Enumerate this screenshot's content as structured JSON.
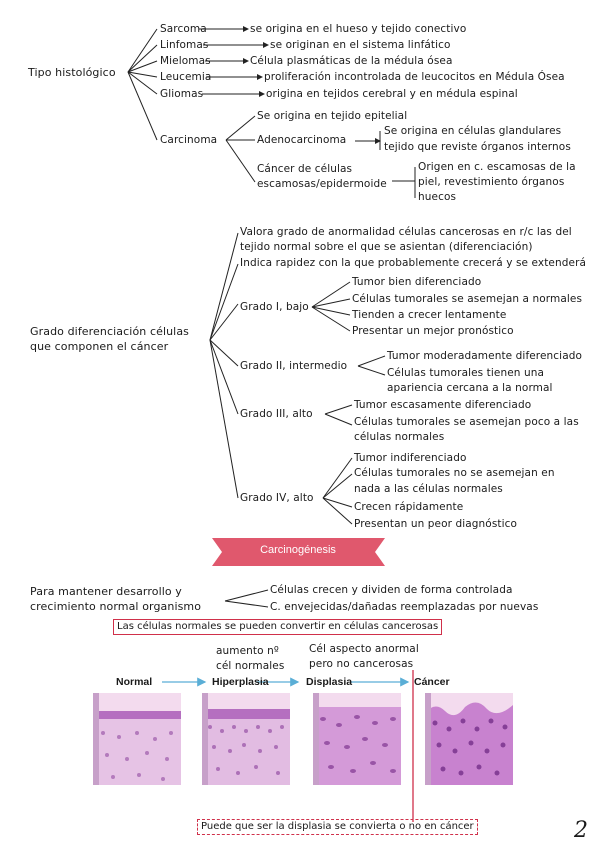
{
  "histologico": {
    "title": "Tipo histológico",
    "items": [
      {
        "label": "Sarcoma",
        "desc": "se origina en el hueso y tejido conectivo"
      },
      {
        "label": "Linfomas",
        "desc": "se originan en el sistema linfático"
      },
      {
        "label": "Mielomas",
        "desc": "Célula plasmáticas de la médula ósea"
      },
      {
        "label": "Leucemia",
        "desc": "proliferación incontrolada de leucocitos en Médula Ósea"
      },
      {
        "label": "Gliomas",
        "desc": "origina en tejidos cerebral y en médula espinal"
      }
    ],
    "carcinoma": {
      "label": "Carcinoma",
      "epitelial": "Se origina en tejido epitelial",
      "adeno": {
        "label": "Adenocarcinoma",
        "desc_line1": "Se origina en células glandulares",
        "desc_line2": "tejido que reviste órganos internos"
      },
      "escamosas": {
        "label_line1": "Cáncer de células",
        "label_line2": "escamosas/epidermoide",
        "desc_line1": "Origen en c. escamosas de la",
        "desc_line2": "piel, revestimiento órganos",
        "desc_line3": "huecos"
      }
    }
  },
  "grado": {
    "title_line1": "Grado diferenciación células",
    "title_line2": "que componen el cáncer",
    "intro_line1": "Valora grado de anormalidad células cancerosas en r/c las del",
    "intro_line2": "tejido normal sobre el que se asientan (diferenciación)",
    "intro_line3": "Indica rapidez con la que probablemente crecerá y se extenderá",
    "g1": {
      "label": "Grado I, bajo",
      "items": [
        "Tumor bien diferenciado",
        "Células tumorales se asemejan a normales",
        "Tienden a crecer lentamente",
        "Presentar un mejor pronóstico"
      ]
    },
    "g2": {
      "label": "Grado II, intermedio",
      "item1": "Tumor moderadamente diferenciado",
      "item2_line1": "Células tumorales tienen una",
      "item2_line2": "apariencia cercana a la normal"
    },
    "g3": {
      "label": "Grado III, alto",
      "item1": "Tumor escasamente diferenciado",
      "item2_line1": "Células tumorales se asemejan poco a las",
      "item2_line2": "células normales"
    },
    "g4": {
      "label": "Grado IV, alto",
      "item1": "Tumor indiferenciado",
      "item2_line1": "Células tumorales no se asemejan en",
      "item2_line2": "nada a las células normales",
      "item3": "Crecen rápidamente",
      "item4": "Presentan un peor diagnóstico"
    }
  },
  "carcinogenesis": {
    "banner": "Carcinogénesis",
    "lead_line1": "Para mantener desarrollo y",
    "lead_line2": "crecimiento normal organismo",
    "point1": "Células crecen y dividen de forma controlada",
    "point2": "C. envejecidas/dañadas reemplazadas por nuevas",
    "highlight": "Las células normales se pueden convertir en células cancerosas",
    "note1_line1": "aumento nº",
    "note1_line2": "cél normales",
    "note2_line1": "Cél aspecto anormal",
    "note2_line2": "pero no cancerosas",
    "stages": [
      "Normal",
      "Hiperplasia",
      "Displasia",
      "Cáncer"
    ],
    "footer": "Puede que ser la displasia se convierta o no en cáncer"
  },
  "page_number": "2",
  "colors": {
    "accent": "#d0304a",
    "arrow": "#5aaed6",
    "tissue": "#c98bd0"
  }
}
